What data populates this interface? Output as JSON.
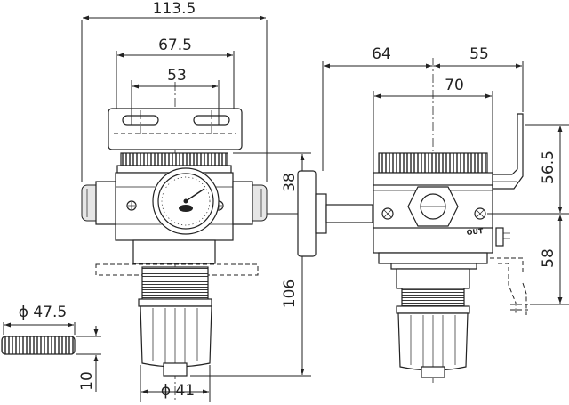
{
  "dimensions": {
    "overall_width": "113.5",
    "bracket_width": "67.5",
    "slot_pitch": "53",
    "gauge_height": "38",
    "body_height": "106",
    "side_left": "64",
    "side_right": "55",
    "side_body": "70",
    "side_bracket_height": "56.5",
    "side_port_height": "58",
    "locknut_diameter": "ϕ 47.5",
    "locknut_thickness": "10",
    "knob_diameter": "ϕ 41"
  },
  "labels": {
    "port_out": "OUT"
  }
}
